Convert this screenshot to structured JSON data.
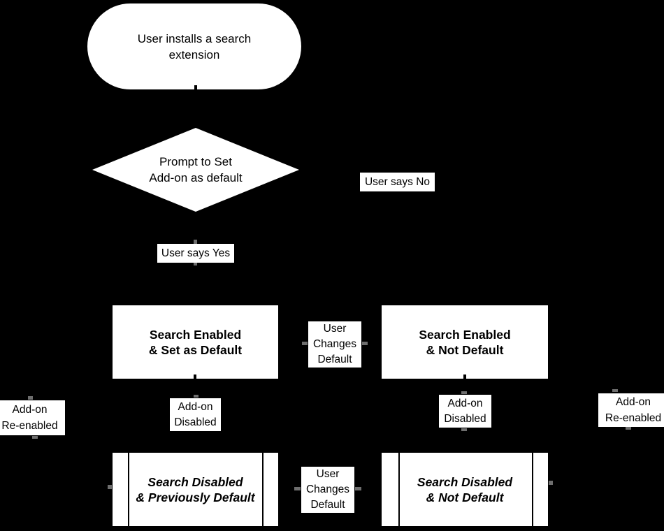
{
  "flowchart": {
    "colors": {
      "background": "#000000",
      "shape_fill": "#ffffff",
      "text": "#000000"
    },
    "nodes": {
      "start": {
        "type": "terminator",
        "lines": [
          "User installs a search",
          "extension"
        ]
      },
      "prompt": {
        "type": "decision",
        "lines": [
          "Prompt to Set",
          "Add-on as default"
        ]
      },
      "enabled_default": {
        "type": "process",
        "lines": [
          "Search Enabled",
          "& Set as Default"
        ]
      },
      "enabled_not_default": {
        "type": "process",
        "lines": [
          "Search Enabled",
          "& Not Default"
        ]
      },
      "disabled_prev_default": {
        "type": "predefined-process",
        "lines": [
          "Search Disabled",
          "& Previously Default"
        ]
      },
      "disabled_not_default": {
        "type": "predefined-process",
        "lines": [
          "Search Disabled",
          "& Not Default"
        ]
      }
    },
    "edge_labels": {
      "user_says_no": "User says No",
      "user_says_yes": "User says Yes",
      "user_changes_default_top": {
        "lines": [
          "User",
          "Changes",
          "Default"
        ]
      },
      "user_changes_default_bottom": {
        "lines": [
          "User",
          "Changes",
          "Default"
        ]
      },
      "addon_reenabled_left": {
        "lines": [
          "Add-on",
          "Re-enabled"
        ]
      },
      "addon_disabled_left": {
        "lines": [
          "Add-on",
          "Disabled"
        ]
      },
      "addon_disabled_right": {
        "lines": [
          "Add-on",
          "Disabled"
        ]
      },
      "addon_reenabled_right": {
        "lines": [
          "Add-on",
          "Re-enabled"
        ]
      }
    }
  }
}
